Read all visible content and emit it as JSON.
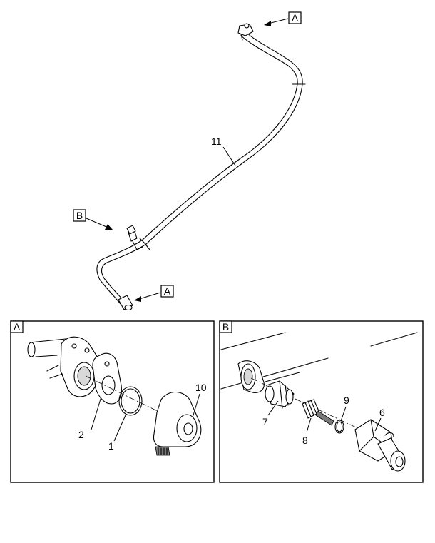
{
  "views": {
    "main": {
      "ref_a_top": "A",
      "ref_b": "B",
      "ref_a_bottom": "A",
      "hose_callout": "11"
    },
    "detail_a": {
      "label": "A",
      "callouts": {
        "gasket": "2",
        "oring": "1",
        "cover": "10"
      }
    },
    "detail_b": {
      "label": "B",
      "callouts": {
        "adapter": "7",
        "fitting": "8",
        "oring": "9",
        "sensor": "6"
      }
    }
  }
}
